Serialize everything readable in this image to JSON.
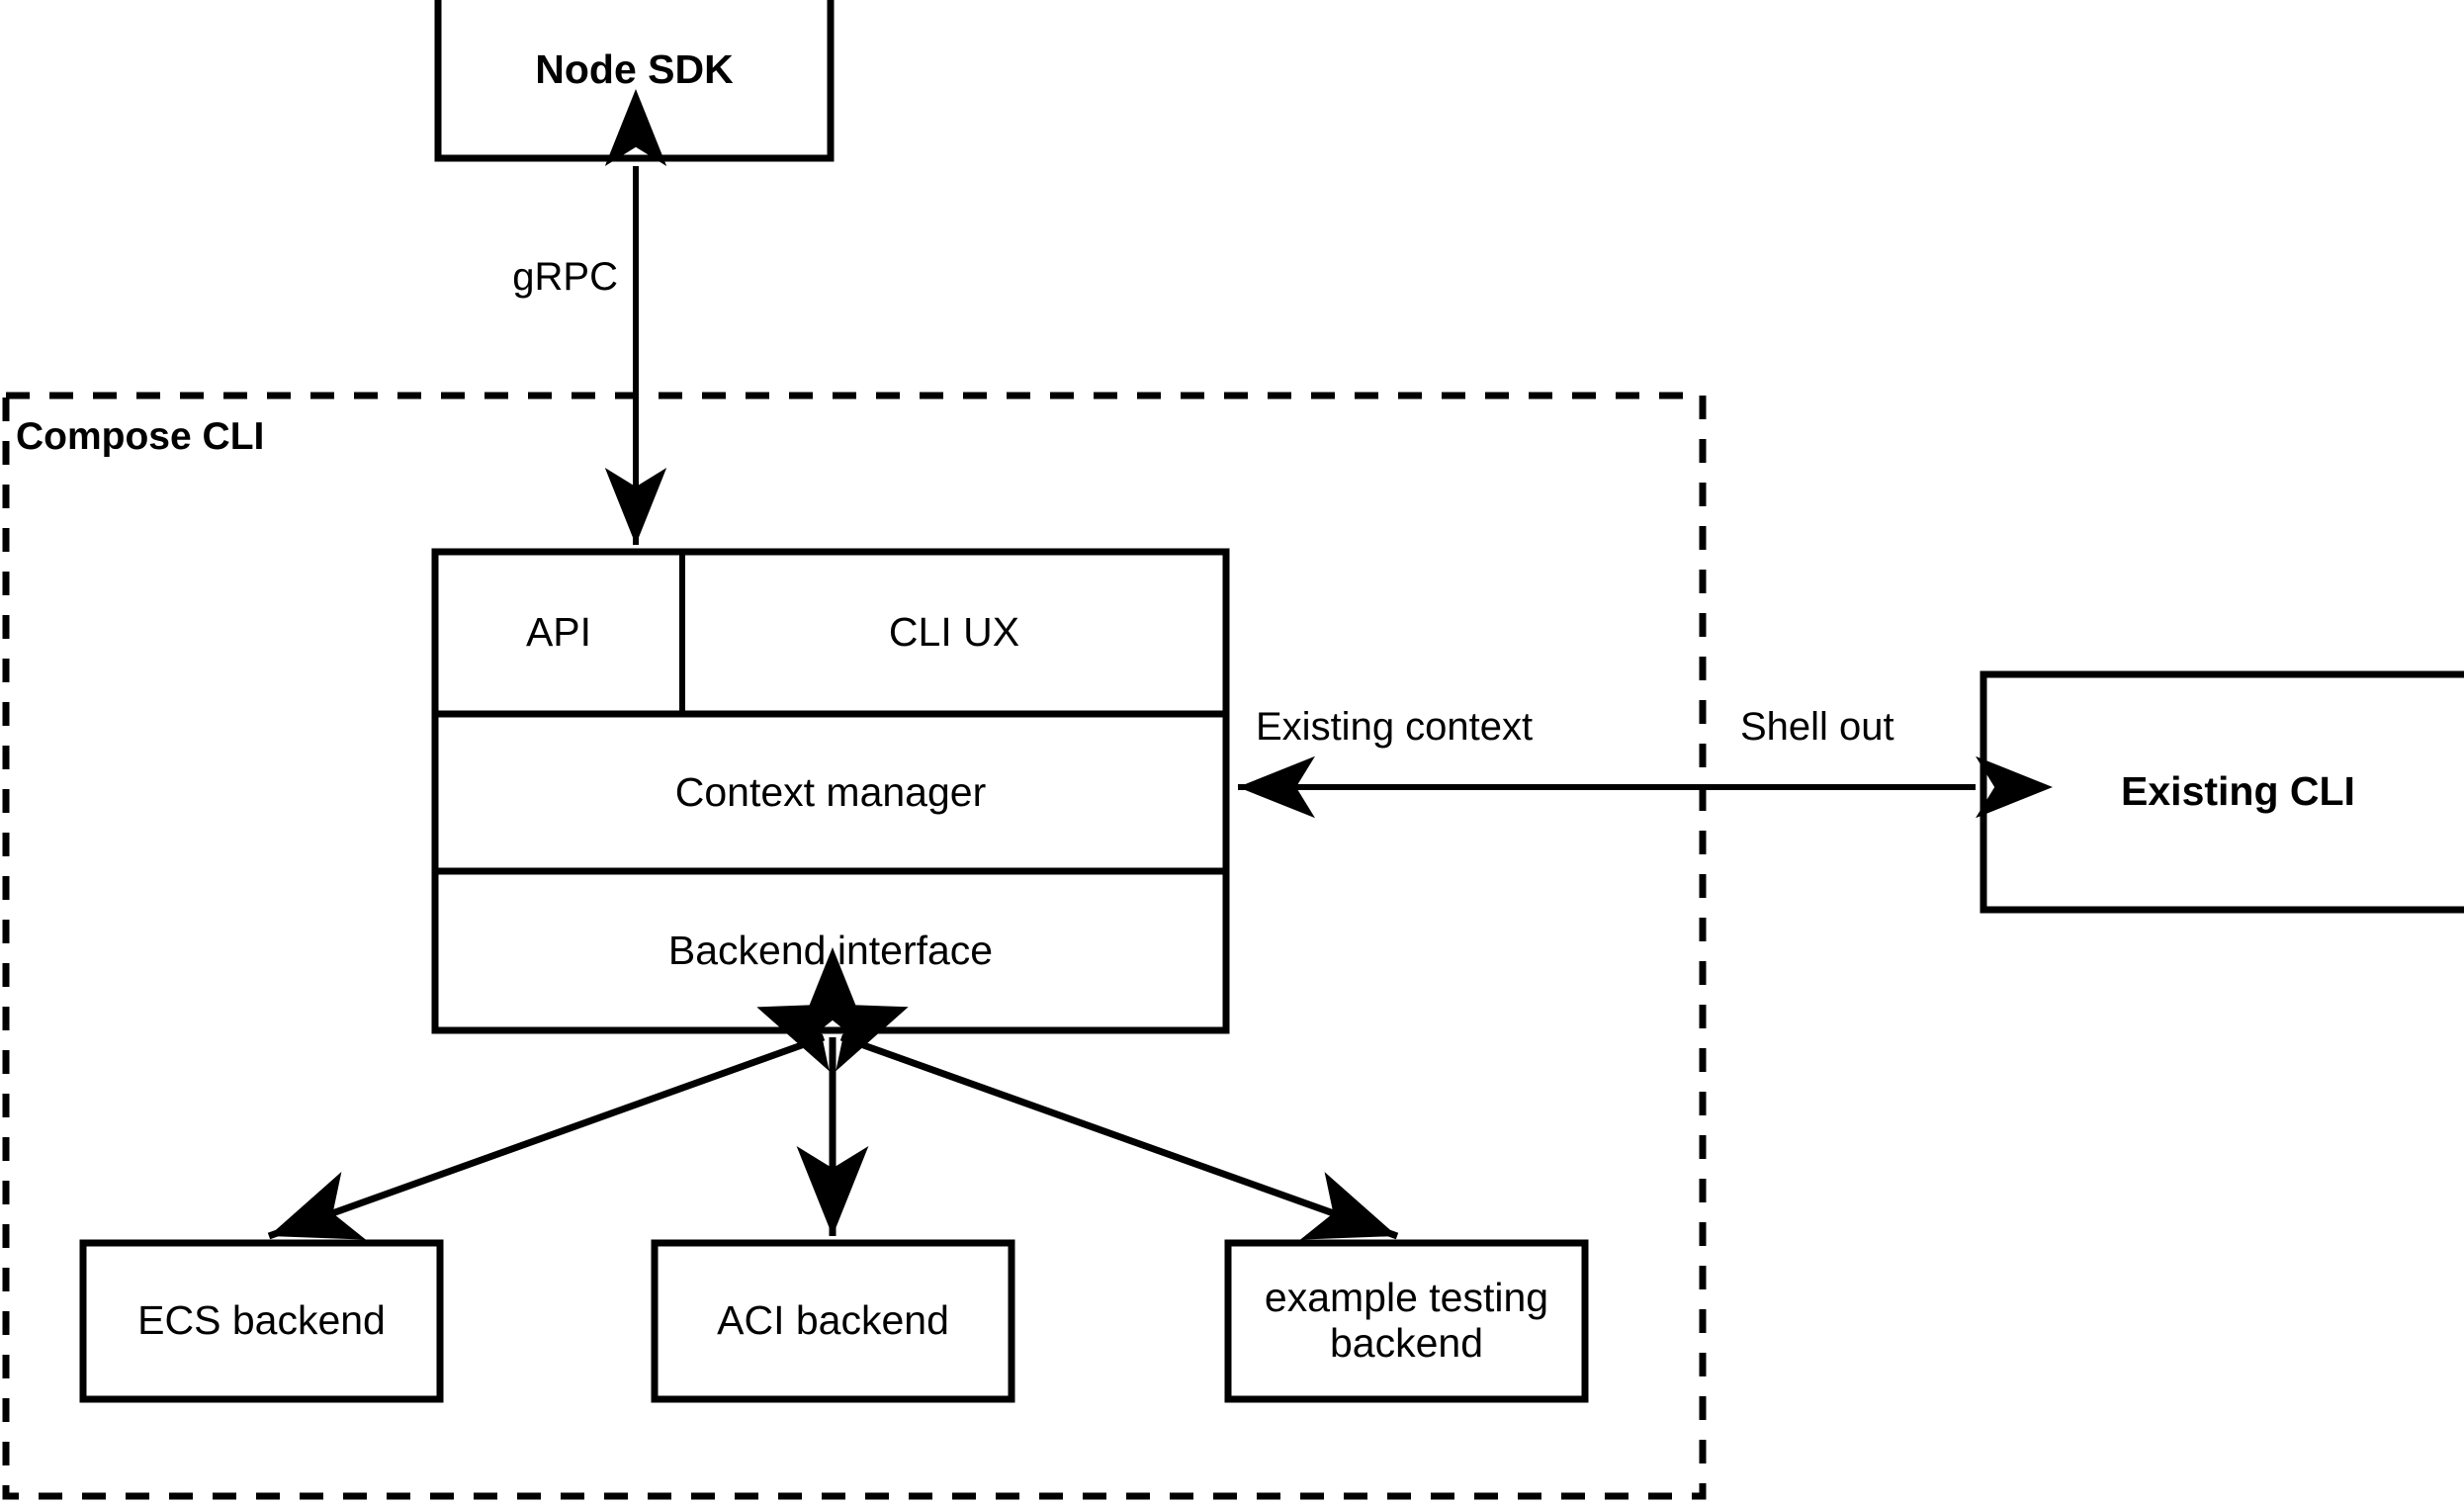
{
  "diagram": {
    "title_visible": false,
    "background": "#ffffff",
    "stroke_color": "#000000",
    "nodes": {
      "node_sdk": {
        "label": "Node SDK",
        "bold": true
      },
      "compose_cli_group": {
        "label": "Compose CLI",
        "bold": true,
        "border": "dashed"
      },
      "api": {
        "label": "API",
        "bold": false
      },
      "cli_ux": {
        "label": "CLI UX",
        "bold": false
      },
      "context_manager": {
        "label": "Context manager",
        "bold": false
      },
      "backend_interface": {
        "label": "Backend interface",
        "bold": false
      },
      "existing_cli": {
        "label": "Existing CLI",
        "bold": true
      },
      "ecs_backend": {
        "label": "ECS backend",
        "bold": false
      },
      "aci_backend": {
        "label": "ACI backend",
        "bold": false
      },
      "example_testing_backend": {
        "label_line1": "example testing",
        "label_line2": "backend",
        "bold": false
      }
    },
    "edges": {
      "grpc": {
        "label": "gRPC",
        "from": "api",
        "to": "node_sdk",
        "arrows": "both"
      },
      "existing_context": {
        "label": "Existing context",
        "from": "existing_cli",
        "to": "context_manager",
        "arrows": "left"
      },
      "shell_out": {
        "label": "Shell out",
        "from": "context_manager",
        "to": "existing_cli",
        "arrows": "right"
      },
      "to_ecs": {
        "label": "",
        "from": "backend_interface",
        "to": "ecs_backend",
        "arrows": "both"
      },
      "to_aci": {
        "label": "",
        "from": "backend_interface",
        "to": "aci_backend",
        "arrows": "both"
      },
      "to_example": {
        "label": "",
        "from": "backend_interface",
        "to": "example_testing_backend",
        "arrows": "both"
      }
    }
  }
}
